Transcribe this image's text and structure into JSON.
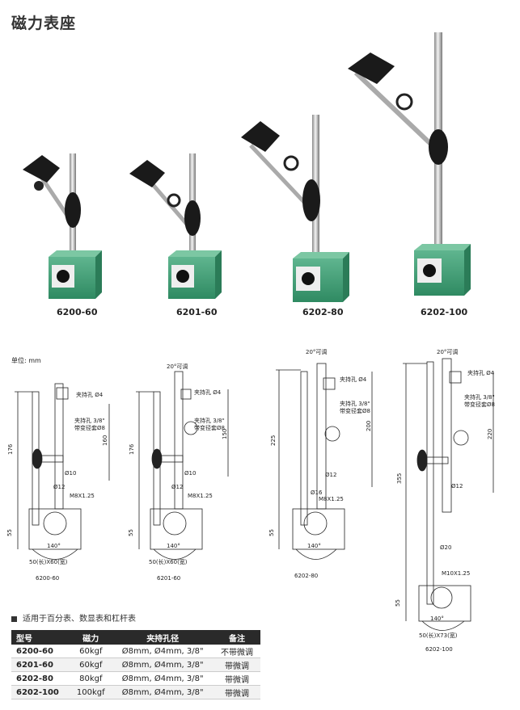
{
  "title": "磁力表座",
  "models": [
    "6200-60",
    "6201-60",
    "6202-80",
    "6202-100"
  ],
  "drawings": {
    "unit": "单位: mm",
    "angle": "20°可调",
    "clamp_hole": "夹持孔 Ø4",
    "clamp_3_8": "夹持孔 3/8\"",
    "bushing": "带变径套Ø8",
    "d10": "Ø10",
    "d12": "Ø12",
    "d16": "Ø16",
    "d20": "Ø20",
    "m8": "M8X1.25",
    "m10": "M10X1.25",
    "base_60": "50(长)X60(宽)",
    "base_73": "50(长)X73(宽)",
    "rot": "140°",
    "h55": "55",
    "d6200": {
      "total": "176",
      "upper": "160"
    },
    "d6201": {
      "total": "176",
      "upper": "150"
    },
    "d6202_80": {
      "total": "225",
      "upper": "200"
    },
    "d6202_100": {
      "total": "355",
      "upper": "220"
    }
  },
  "note": "适用于百分表、数显表和杠杆表",
  "table": {
    "headers": [
      "型号",
      "磁力",
      "夹持孔径",
      "备注"
    ],
    "rows": [
      [
        "6200-60",
        "60kgf",
        "Ø8mm, Ø4mm, 3/8\"",
        "不带微调"
      ],
      [
        "6201-60",
        "60kgf",
        "Ø8mm, Ø4mm, 3/8\"",
        "带微调"
      ],
      [
        "6202-80",
        "80kgf",
        "Ø8mm, Ø4mm, 3/8\"",
        "带微调"
      ],
      [
        "6202-100",
        "100kgf",
        "Ø8mm, Ø4mm, 3/8\"",
        "带微调"
      ]
    ]
  },
  "colors": {
    "base_green": "#3a9a72",
    "header_bg": "#2a2a2a"
  }
}
